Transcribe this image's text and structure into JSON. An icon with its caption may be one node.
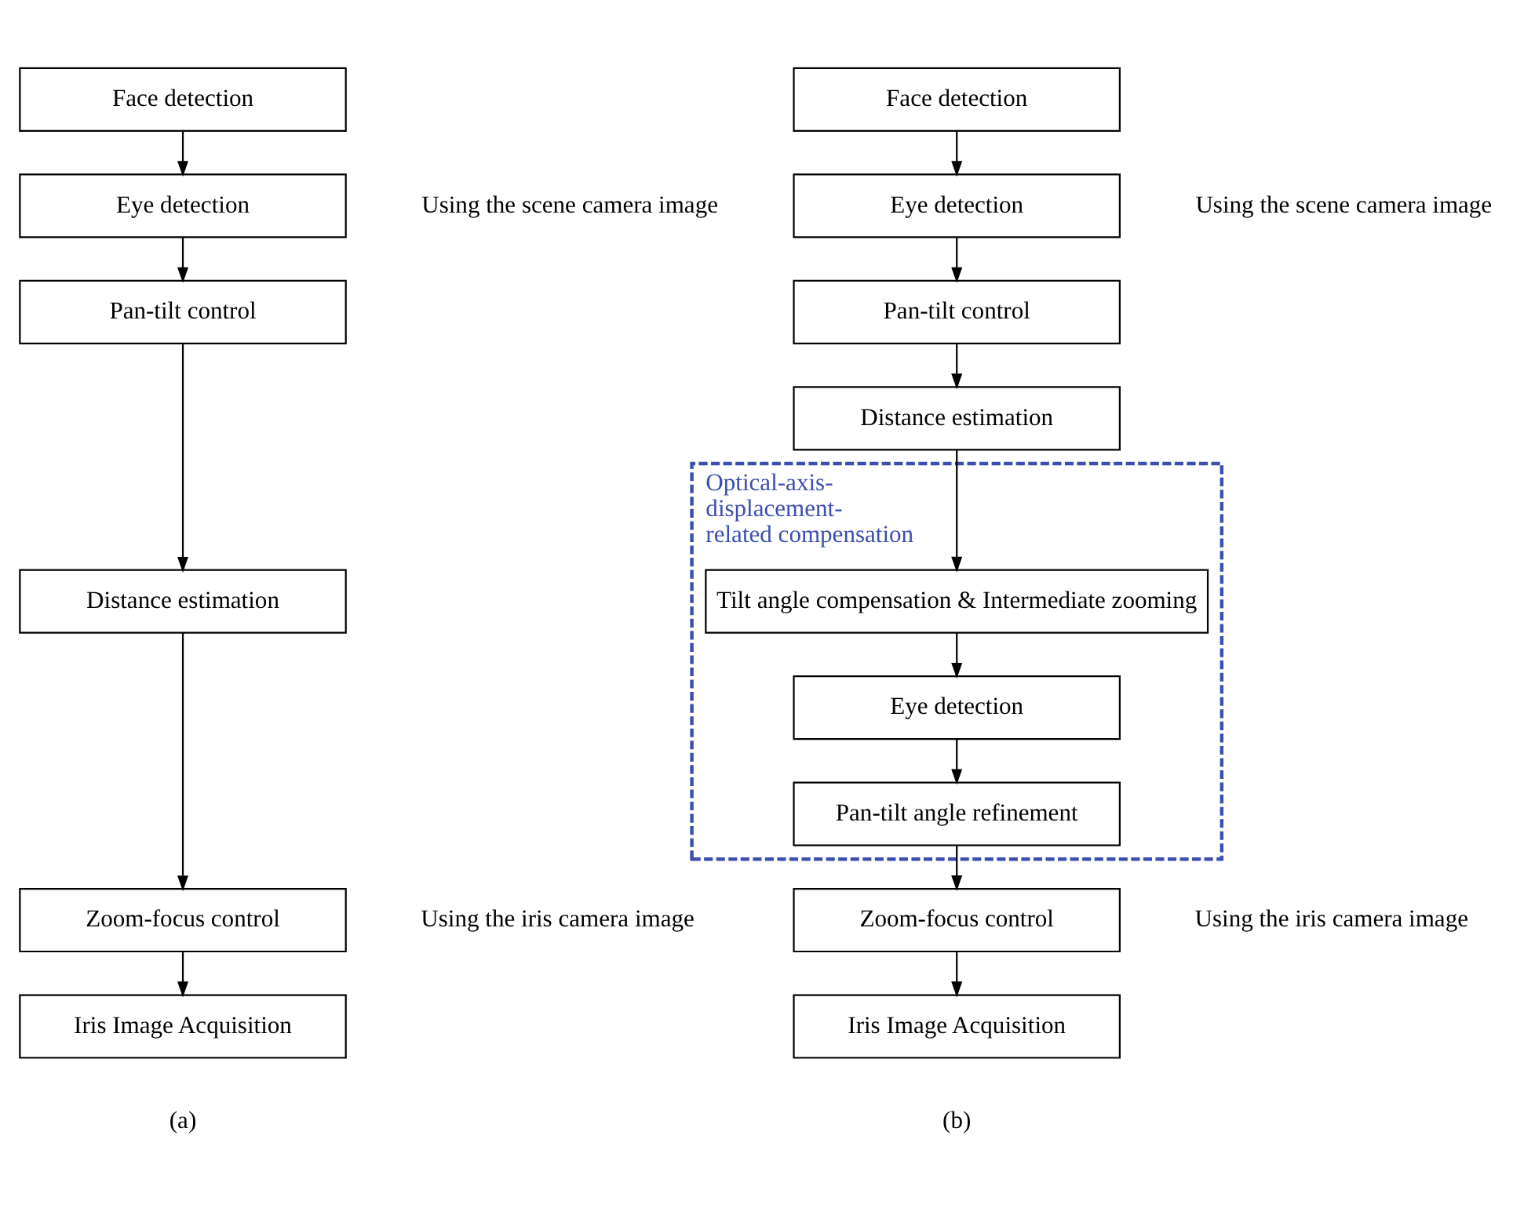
{
  "diagram": {
    "nodes": [
      {
        "text": [
          "Face detection"
        ]
      },
      {
        "text": [
          "Eye detection"
        ]
      },
      {
        "text": [
          "Pan-tilt control"
        ]
      },
      {
        "text": [
          "Distance estimation"
        ]
      },
      {
        "text": [
          "Zoom-focus control"
        ]
      },
      {
        "text": [
          "Iris Image Acquisition"
        ]
      },
      {
        "text": [
          "Face detection"
        ]
      },
      {
        "text": [
          "Eye detection"
        ]
      },
      {
        "text": [
          "Pan-tilt control"
        ]
      },
      {
        "text": [
          "Distance estimation"
        ]
      },
      {
        "text": [
          "Optical-axis-displacement-related compensation"
        ]
      },
      {
        "text": [
          "Tilt angle compensation & Intermediate zooming"
        ],
        "in": 10
      },
      {
        "text": [
          "Eye detection"
        ],
        "in": 10
      },
      {
        "text": [
          "Pan-tilt angle refinement"
        ],
        "in": 10
      },
      {
        "text": [
          "Zoom-focus control"
        ]
      },
      {
        "text": [
          "Iris Image Acquisition"
        ]
      }
    ],
    "edges": [
      {
        "from": 0,
        "to": 1,
        "arrow": "to"
      },
      {
        "from": 1,
        "to": 2,
        "arrow": "to"
      },
      {
        "from": 2,
        "to": 3,
        "arrow": "to"
      },
      {
        "from": 3,
        "to": 4,
        "arrow": "to"
      },
      {
        "from": 4,
        "to": 5,
        "arrow": "to"
      },
      {
        "from": 6,
        "to": 7,
        "arrow": "to"
      },
      {
        "from": 7,
        "to": 8,
        "arrow": "to"
      },
      {
        "from": 8,
        "to": 9,
        "arrow": "to"
      },
      {
        "from": 9,
        "to": 11,
        "arrow": "to"
      },
      {
        "from": 11,
        "to": 12,
        "arrow": "to"
      },
      {
        "from": 12,
        "to": 13,
        "arrow": "to"
      },
      {
        "from": 13,
        "to": 14,
        "arrow": "to"
      },
      {
        "from": 14,
        "to": 15,
        "arrow": "to"
      }
    ],
    "labels": [
      "Using the scene camera image",
      "Using the scene camera image",
      "Using the iris camera image",
      "Using the iris camera image",
      "(a)",
      "(b)"
    ]
  }
}
